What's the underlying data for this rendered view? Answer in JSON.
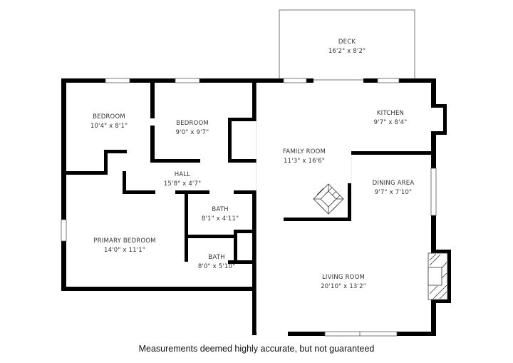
{
  "floorplan": {
    "rooms": [
      {
        "id": "deck",
        "name": "DECK",
        "dimensions": "16'2\" x 8'2\""
      },
      {
        "id": "bedroom-1",
        "name": "BEDROOM",
        "dimensions": "10'4\" x 8'1\""
      },
      {
        "id": "bedroom-2",
        "name": "BEDROOM",
        "dimensions": "9'0\" x 9'7\""
      },
      {
        "id": "hall",
        "name": "HALL",
        "dimensions": "15'8\" x 4'7\""
      },
      {
        "id": "family-room",
        "name": "FAMILY ROOM",
        "dimensions": "11'3\" x 16'6\""
      },
      {
        "id": "kitchen",
        "name": "KITCHEN",
        "dimensions": "9'7\" x 8'4\""
      },
      {
        "id": "dining-area",
        "name": "DINING AREA",
        "dimensions": "9'7\" x 7'10\""
      },
      {
        "id": "bath-1",
        "name": "BATH",
        "dimensions": "8'1\" x 4'11\""
      },
      {
        "id": "bath-2",
        "name": "BATH",
        "dimensions": "8'0\" x 5'10\""
      },
      {
        "id": "primary-bedroom",
        "name": "PRIMARY BEDROOM",
        "dimensions": "14'0\" x 11'1\""
      },
      {
        "id": "living-room",
        "name": "LIVING ROOM",
        "dimensions": "20'10\" x 13'2\""
      }
    ],
    "caption": "Measurements deemed highly accurate, but not guaranteed",
    "colors": {
      "wall": "#000000",
      "background": "#ffffff",
      "text": "#333333",
      "thin_line": "#555555"
    }
  }
}
